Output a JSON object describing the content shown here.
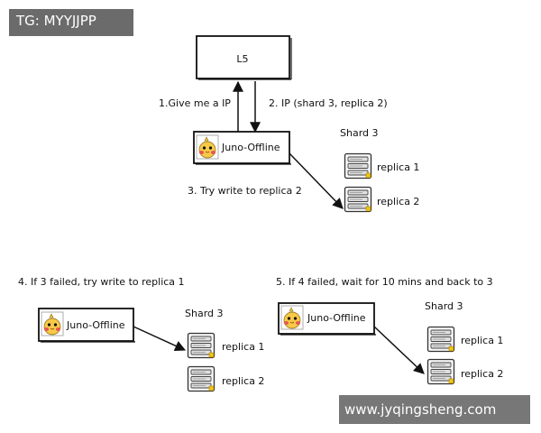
{
  "watermark_tag": "TG: MYYJJPP",
  "watermark_site": "www.jyqingsheng.com",
  "nodes": {
    "lb": "L5",
    "client": "Juno-Offline",
    "shard": "Shard 3",
    "replica1": "replica 1",
    "replica2": "replica 2"
  },
  "steps": {
    "step1": "1.Give me a IP",
    "step2": "2. IP (shard 3, replica 2)",
    "step3": "3. Try write to replica 2",
    "step4": "4. If 3 failed,  try write to replica 1",
    "step5": "5.  If 4 failed, wait for 10 mins and back to 3"
  },
  "colors": {
    "ink": "#111111",
    "watermark_bg": "#6b6b6b",
    "duck_body": "#f7c948",
    "duck_cheek": "#e8584e",
    "server_body": "#e9e9e9",
    "server_light": "#f0c419"
  }
}
